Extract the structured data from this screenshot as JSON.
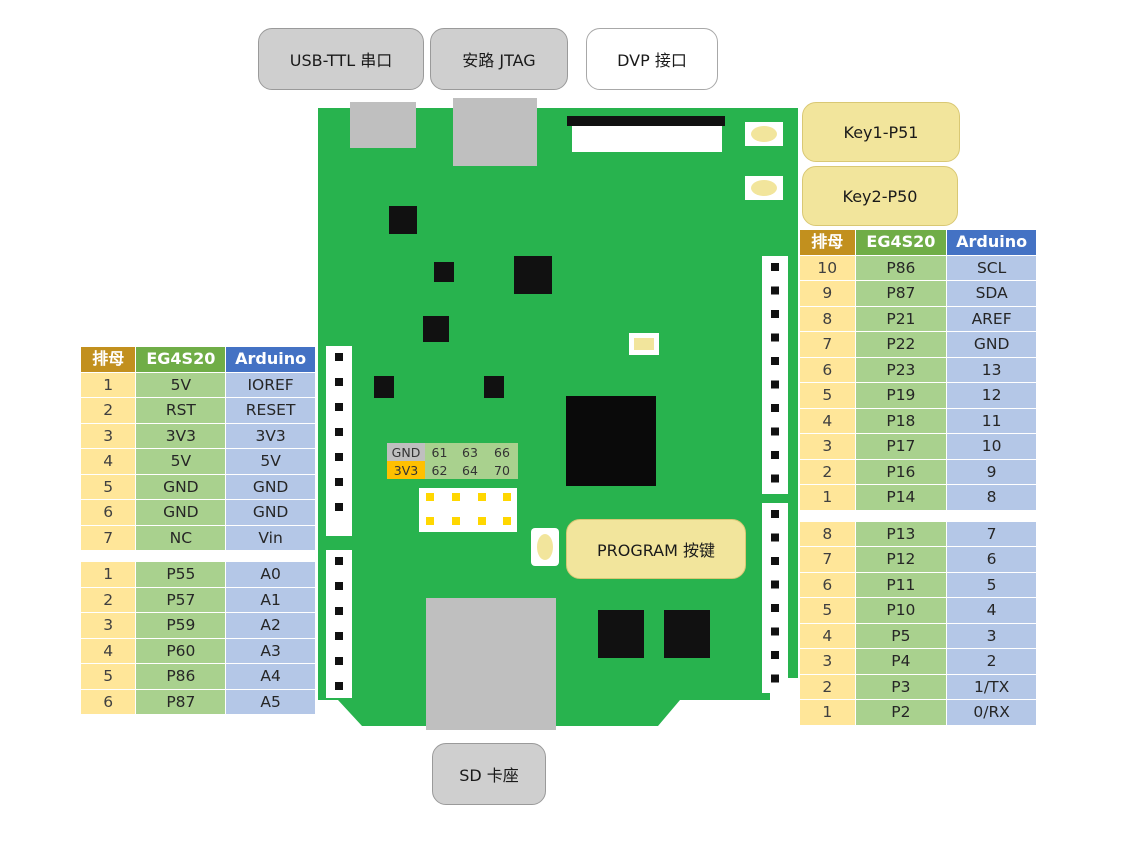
{
  "callouts": {
    "usb_ttl": "USB-TTL 串口",
    "jtag": "安路 JTAG",
    "dvp": "DVP 接口",
    "key1": "Key1-P51",
    "key2": "Key2-P50",
    "program": "PROGRAM 按键",
    "sd": "SD 卡座"
  },
  "colors": {
    "board": "#28b34e",
    "header_pai": "#c2901e",
    "header_eg": "#70ad47",
    "header_ard": "#4472c4",
    "cell_pai": "#ffe699",
    "cell_eg": "#a9d18e",
    "cell_ard": "#b4c7e7",
    "callout_gray": "#cfcfcf",
    "callout_yellow": "#f2e59c"
  },
  "gpio_header": {
    "row1": [
      "GND",
      "61",
      "63",
      "66"
    ],
    "row2": [
      "3V3",
      "62",
      "64",
      "70"
    ]
  },
  "left_table": {
    "headers": [
      "排母",
      "EG4S20",
      "Arduino"
    ],
    "group1": [
      [
        "1",
        "5V",
        "IOREF"
      ],
      [
        "2",
        "RST",
        "RESET"
      ],
      [
        "3",
        "3V3",
        "3V3"
      ],
      [
        "4",
        "5V",
        "5V"
      ],
      [
        "5",
        "GND",
        "GND"
      ],
      [
        "6",
        "GND",
        "GND"
      ],
      [
        "7",
        "NC",
        "Vin"
      ]
    ],
    "group2": [
      [
        "1",
        "P55",
        "A0"
      ],
      [
        "2",
        "P57",
        "A1"
      ],
      [
        "3",
        "P59",
        "A2"
      ],
      [
        "4",
        "P60",
        "A3"
      ],
      [
        "5",
        "P86",
        "A4"
      ],
      [
        "6",
        "P87",
        "A5"
      ]
    ]
  },
  "right_table": {
    "headers": [
      "排母",
      "EG4S20",
      "Arduino"
    ],
    "group1": [
      [
        "10",
        "P86",
        "SCL"
      ],
      [
        "9",
        "P87",
        "SDA"
      ],
      [
        "8",
        "P21",
        "AREF"
      ],
      [
        "7",
        "P22",
        "GND"
      ],
      [
        "6",
        "P23",
        "13"
      ],
      [
        "5",
        "P19",
        "12"
      ],
      [
        "4",
        "P18",
        "11"
      ],
      [
        "3",
        "P17",
        "10"
      ],
      [
        "2",
        "P16",
        "9"
      ],
      [
        "1",
        "P14",
        "8"
      ]
    ],
    "group2": [
      [
        "8",
        "P13",
        "7"
      ],
      [
        "7",
        "P12",
        "6"
      ],
      [
        "6",
        "P11",
        "5"
      ],
      [
        "5",
        "P10",
        "4"
      ],
      [
        "4",
        "P5",
        "3"
      ],
      [
        "3",
        "P4",
        "2"
      ],
      [
        "2",
        "P3",
        "1/TX"
      ],
      [
        "1",
        "P2",
        "0/RX"
      ]
    ]
  }
}
